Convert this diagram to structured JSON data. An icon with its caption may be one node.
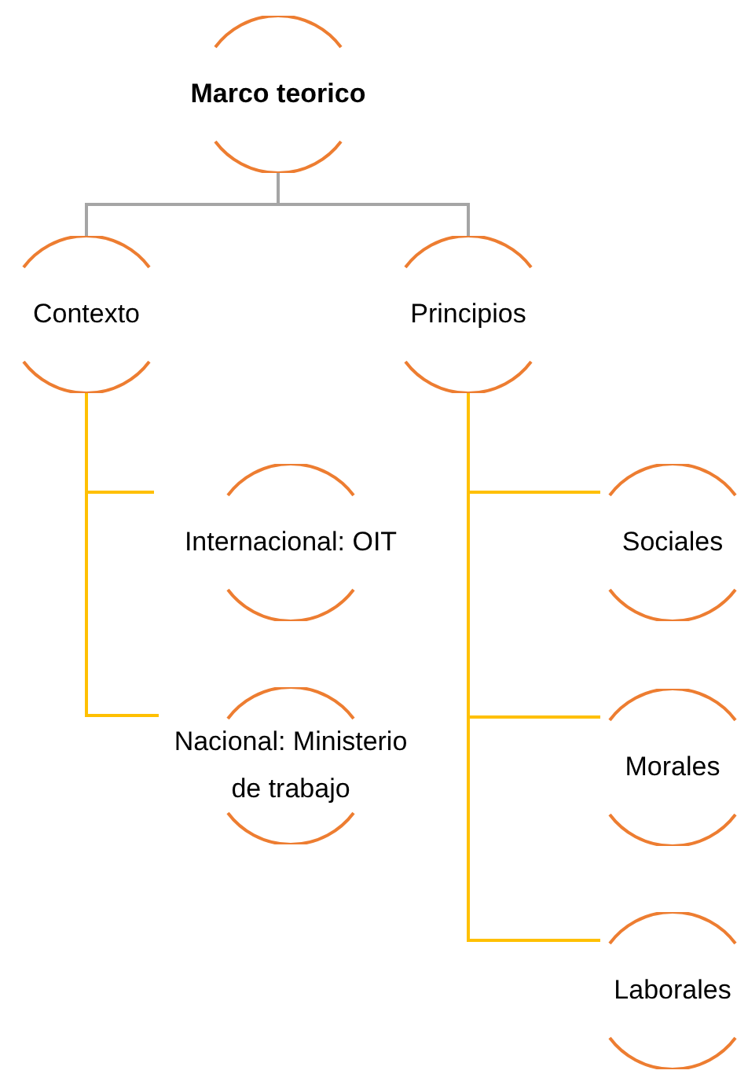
{
  "diagram": {
    "nodes": [
      {
        "text": [
          "Marco teorico"
        ]
      },
      {
        "text": [
          "Contexto"
        ]
      },
      {
        "text": [
          "Principios"
        ]
      },
      {
        "text": [
          "Internacional: OIT"
        ]
      },
      {
        "text": [
          "Nacional: Ministerio de trabajo"
        ]
      },
      {
        "text": [
          "Sociales"
        ]
      },
      {
        "text": [
          "Morales"
        ]
      },
      {
        "text": [
          "Laborales"
        ]
      }
    ],
    "edges": [
      {
        "from": 0,
        "to": 1,
        "arrow": "none",
        "color": "#a5a5a5"
      },
      {
        "from": 0,
        "to": 2,
        "arrow": "none",
        "color": "#a5a5a5"
      },
      {
        "from": 1,
        "to": 3,
        "arrow": "none"
      },
      {
        "from": 1,
        "to": 4,
        "arrow": "none"
      },
      {
        "from": 2,
        "to": 5,
        "arrow": "none"
      },
      {
        "from": 2,
        "to": 6,
        "arrow": "none"
      },
      {
        "from": 2,
        "to": 7,
        "arrow": "none"
      }
    ]
  }
}
